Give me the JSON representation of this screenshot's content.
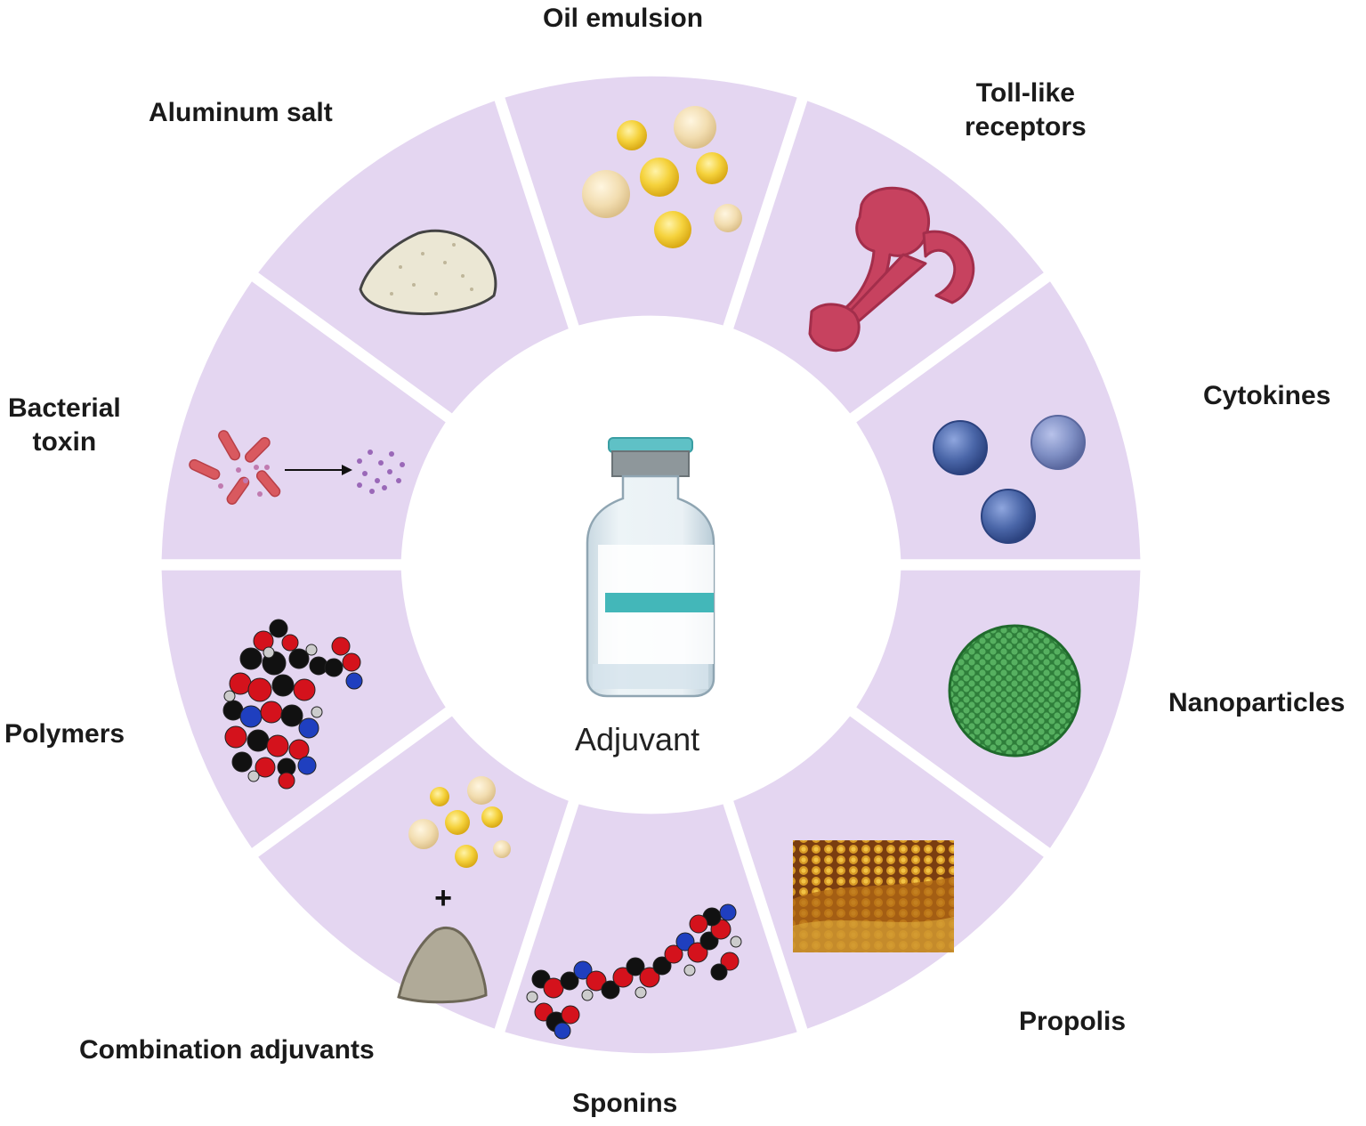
{
  "center": {
    "label": "Adjuvant"
  },
  "segments": [
    {
      "id": "oil-emulsion",
      "label": "Oil emulsion"
    },
    {
      "id": "toll-like-receptors",
      "label_lines": [
        "Toll-like",
        "receptors"
      ]
    },
    {
      "id": "cytokines",
      "label": "Cytokines"
    },
    {
      "id": "nanoparticles",
      "label": "Nanoparticles"
    },
    {
      "id": "propolis",
      "label": "Propolis"
    },
    {
      "id": "sponins",
      "label": "Sponins"
    },
    {
      "id": "combination-adjuvants",
      "label": "Combination adjuvants",
      "symbol": "+"
    },
    {
      "id": "polymers",
      "label": "Polymers"
    },
    {
      "id": "bacterial-toxin",
      "label_lines": [
        "Bacterial",
        "toxin"
      ]
    },
    {
      "id": "aluminum-salt",
      "label": "Aluminum salt"
    }
  ],
  "colors": {
    "segment_fill": "#e4d6f1",
    "center_fill": "#ffffff",
    "oil_yellow": "#f5d23c",
    "oil_pale": "#f2ddb0",
    "receptor": "#c7425f",
    "cytokine_dark": "#4a66a8",
    "cytokine_light": "#8090c5",
    "nanoparticle": "#2e8b3e",
    "carbon": "#111111",
    "oxygen": "#d4121c",
    "nitrogen": "#1f3fbf",
    "hydrogen": "#cccccc",
    "toxin": "#d9595f",
    "toxin_particles": "#9a68b8",
    "vial_cap": "#5fc1c6",
    "vial_stripe": "#43b7b9",
    "powder": "#ebe7d4",
    "combo_powder": "#b0aa98",
    "honey": "#d8a420"
  }
}
